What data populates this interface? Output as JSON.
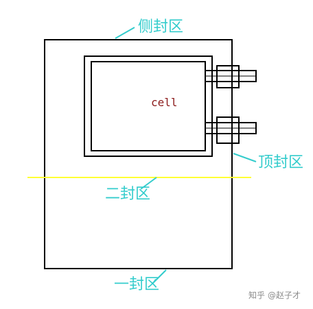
{
  "labels": {
    "side_seal": "侧封区",
    "top_seal": "顶封区",
    "second_seal": "二封区",
    "first_seal": "一封区",
    "cell": "cell"
  },
  "watermark": {
    "platform": "知乎",
    "handle": "@赵子才"
  },
  "colors": {
    "outline": "#000000",
    "label": "#33cccc",
    "seal_line": "#ffff33",
    "cell_text": "#8b1a1a",
    "watermark": "#8a8a8a"
  }
}
